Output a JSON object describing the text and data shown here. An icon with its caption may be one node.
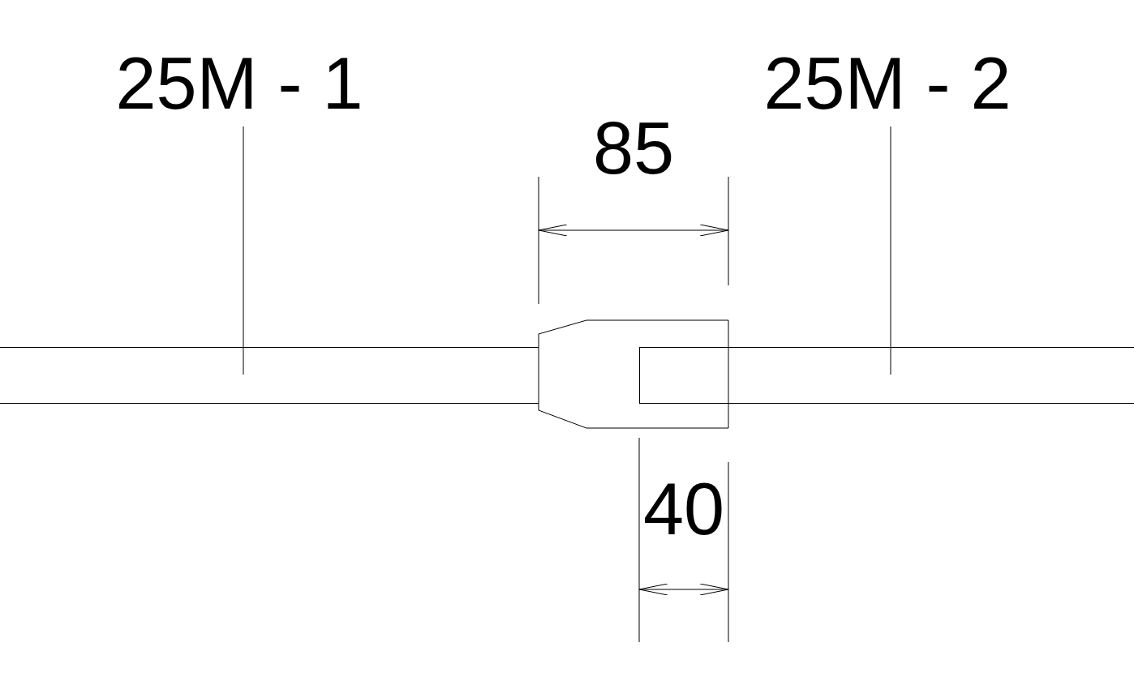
{
  "diagram": {
    "nodes": [
      {
        "text": [
          "25M - 1"
        ]
      },
      {
        "text": [],
        "shape": "bar"
      },
      {
        "text": [
          "25M - 2"
        ]
      },
      {
        "text": [],
        "shape": "bar"
      }
    ],
    "edges": [
      {
        "from": 0,
        "to": 1,
        "arrow": "none"
      },
      {
        "from": 2,
        "to": 3,
        "arrow": "none"
      }
    ],
    "labels": [
      "85",
      "40"
    ]
  }
}
